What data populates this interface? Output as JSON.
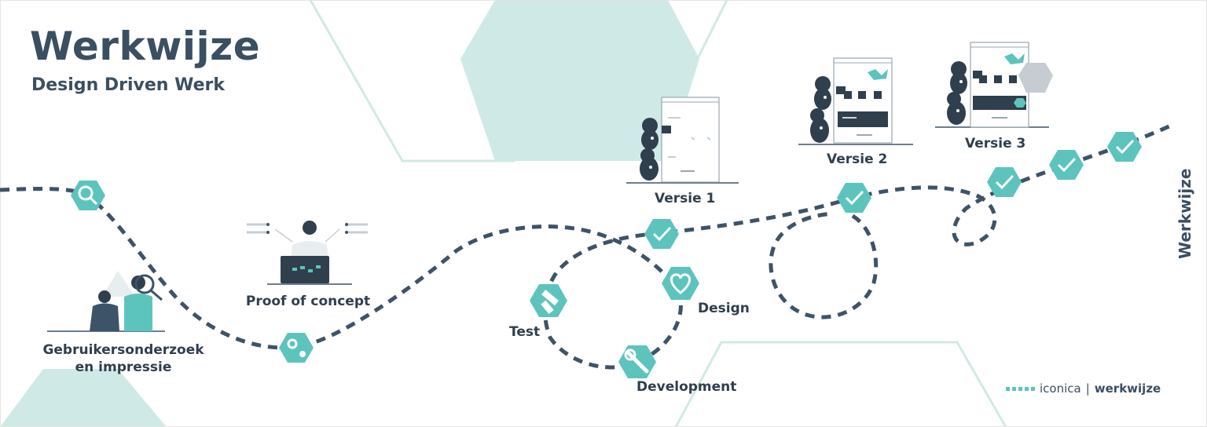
{
  "header": {
    "title": "Werkwijze",
    "subtitle": "Design Driven Werk"
  },
  "side_label": "Werkwijze",
  "steps": {
    "research": "Gebruikersonderzoek\nen impressie",
    "poc": "Proof of concept",
    "test": "Test",
    "design": "Design",
    "development": "Development",
    "v1": "Versie 1",
    "v2": "Versie 2",
    "v3": "Versie 3"
  },
  "brand": {
    "name": "iconica",
    "separator": "|",
    "section": "werkwijze"
  },
  "colors": {
    "teal": "#5cc4bd",
    "light_teal": "#cfeae6",
    "navy": "#3a4f62",
    "dash": "#3d5368"
  }
}
